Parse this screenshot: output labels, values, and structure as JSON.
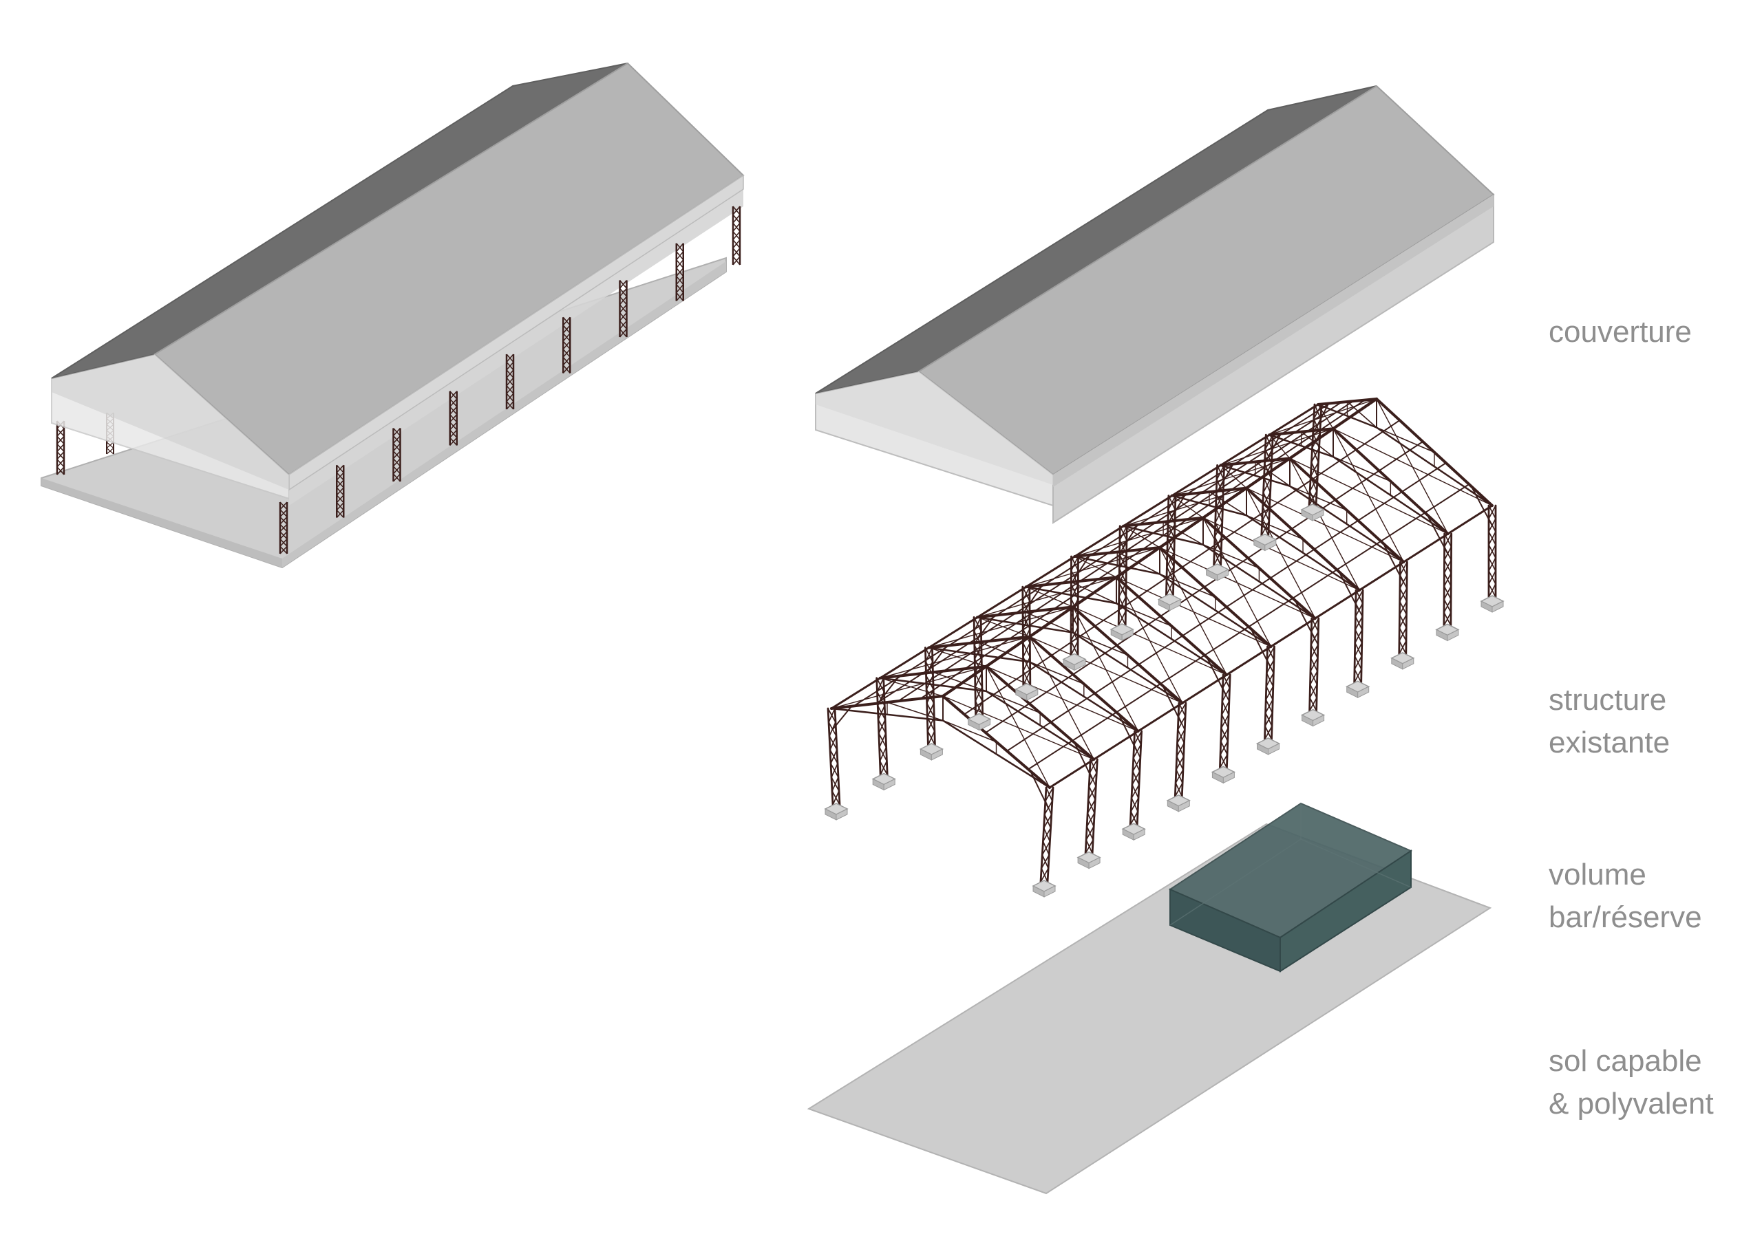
{
  "labels": {
    "couverture": [
      "couverture"
    ],
    "structure": [
      "structure",
      "existante"
    ],
    "volume": [
      "volume",
      "bar/réserve"
    ],
    "sol": [
      "sol capable",
      "& polyvalent"
    ]
  },
  "colors": {
    "roof_dark": "#6e6e6e",
    "roof_light": "#b5b5b5",
    "gable": "#e4e4e4",
    "eave_band": "#d2d2d2",
    "steel": "#3b1f1c",
    "floor": "#cdcdcd",
    "volume": "#3d5657",
    "label": "#8e8e8e",
    "footing": "#bdbdbd"
  },
  "icons": [
    "assembled-hall-icon",
    "roof-layer-icon",
    "steel-frame-icon",
    "bar-volume-icon",
    "floor-slab-icon"
  ]
}
